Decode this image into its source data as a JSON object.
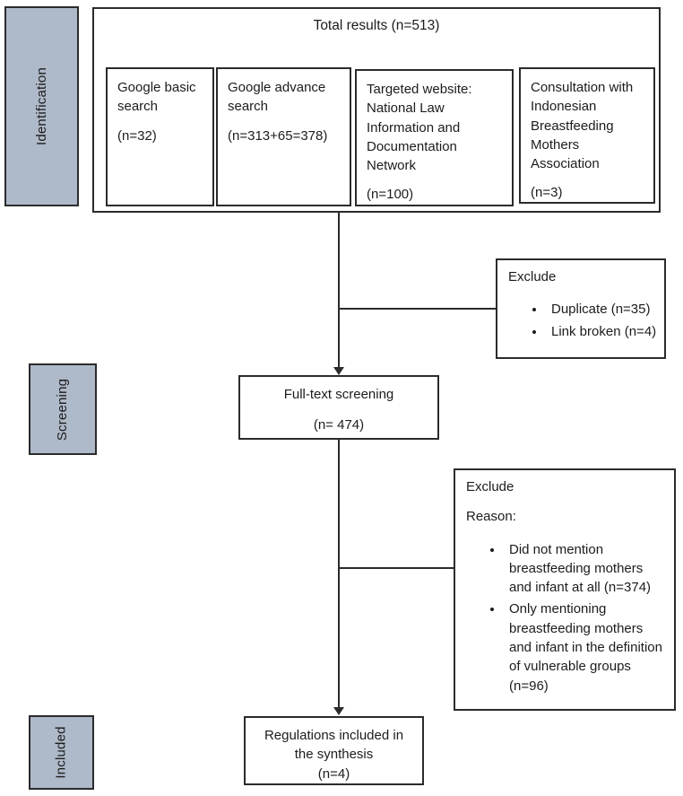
{
  "figure": {
    "type": "prisma-flow-diagram",
    "colors": {
      "stage_fill": "#aeb9c9",
      "border": "#2b2b2b",
      "background": "#ffffff",
      "text": "#1c1c1c"
    }
  },
  "stage_labels": {
    "identification": "Identification",
    "screening": "Screening",
    "included": "Included"
  },
  "identification": {
    "total": {
      "title": "Total results (n=513)"
    },
    "sources": [
      {
        "name": "Google basic search",
        "count": "(n=32)"
      },
      {
        "name": "Google advance search",
        "count": "(n=313+65=378)"
      },
      {
        "name": "Targeted website: National Law Information and Documentation Network",
        "count": "(n=100)"
      },
      {
        "name": "Consultation with Indonesian Breastfeeding Mothers Association",
        "count": "(n=3)"
      }
    ]
  },
  "screening": {
    "fulltext": {
      "line1": "Full-text screening",
      "count": "(n= 474)"
    },
    "exclude1": {
      "title": "Exclude",
      "items": [
        "Duplicate (n=35)",
        "Link broken (n=4)"
      ]
    },
    "exclude2": {
      "title": "Exclude",
      "subtitle": "Reason:",
      "items": [
        "Did not mention breastfeeding mothers and infant at all (n=374)",
        "Only mentioning breastfeeding mothers and infant in the definition of vulnerable groups (n=96)"
      ]
    }
  },
  "included": {
    "box": {
      "text": "Regulations included in the synthesis",
      "count": "(n=4)"
    }
  }
}
